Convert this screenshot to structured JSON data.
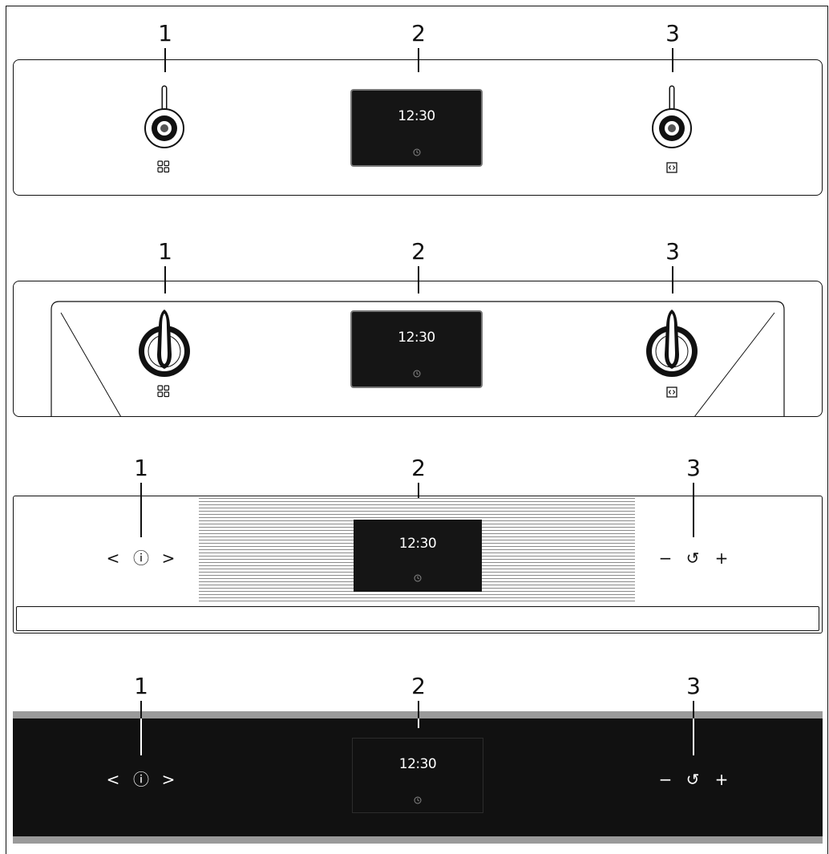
{
  "panels": [
    {
      "variant": "two-knobs-flat",
      "callouts": [
        "1",
        "2",
        "3"
      ],
      "display_time": "12:30",
      "left_knob_symbol_icon": "programs-grid-icon",
      "right_knob_symbol_icon": "settings-frame-icon"
    },
    {
      "variant": "two-knobs-raised",
      "callouts": [
        "1",
        "2",
        "3"
      ],
      "display_time": "12:30",
      "left_knob_symbol_icon": "programs-grid-icon",
      "right_knob_symbol_icon": "settings-frame-icon"
    },
    {
      "variant": "touch-light",
      "callouts": [
        "1",
        "2",
        "3"
      ],
      "display_time": "12:30",
      "left_controls": [
        "<",
        "ⓘ",
        ">"
      ],
      "right_controls": [
        "−",
        "↺",
        "+"
      ]
    },
    {
      "variant": "touch-dark",
      "callouts": [
        "1",
        "2",
        "3"
      ],
      "display_time": "12:30",
      "left_controls": [
        "<",
        "ⓘ",
        ">"
      ],
      "right_controls": [
        "−",
        "↺",
        "+"
      ]
    }
  ],
  "colors": {
    "line": "#111111",
    "display": "#151515",
    "dark_panel": "#111111",
    "dark_trim": "#9a9a9a"
  }
}
